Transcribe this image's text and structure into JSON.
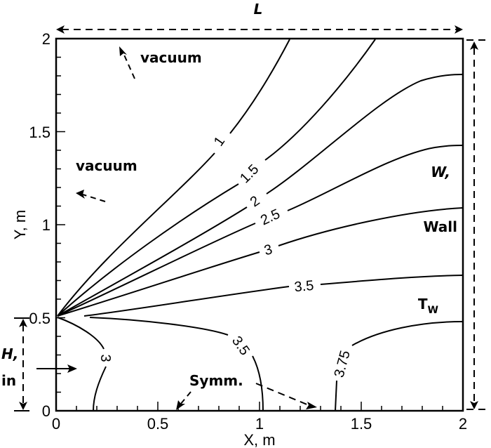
{
  "chart_data": {
    "type": "contour",
    "title": "",
    "xlabel": "X, m",
    "ylabel": "Y, m",
    "xlim": [
      0,
      2
    ],
    "ylim": [
      0,
      2
    ],
    "x_ticks": [
      "0",
      "0.5",
      "1",
      "1.5",
      "2"
    ],
    "y_ticks": [
      "0",
      "0.5",
      "1",
      "1.5",
      "2"
    ],
    "minor_tick_step": 0.1,
    "grid": false,
    "contour_levels": [
      {
        "level": "1",
        "label": "1",
        "from": [
          0,
          0.5
        ],
        "to": [
          1.15,
          2.0
        ]
      },
      {
        "level": "1.5",
        "label": "1.5",
        "from": [
          0,
          0.5
        ],
        "to": [
          1.57,
          2.0
        ]
      },
      {
        "level": "2",
        "label": "2",
        "from": [
          0,
          0.5
        ],
        "to": [
          2.0,
          1.8
        ]
      },
      {
        "level": "2.5",
        "label": "2.5",
        "from": [
          0,
          0.5
        ],
        "to": [
          2.0,
          1.43
        ]
      },
      {
        "level": "3",
        "label": "3",
        "from": [
          0,
          0.5
        ],
        "to": [
          2.0,
          1.09
        ]
      },
      {
        "level": "3.5",
        "label": "3.5",
        "from": [
          0.13,
          0.5
        ],
        "to": [
          2.0,
          0.73
        ]
      },
      {
        "level": "3.5",
        "label": "3.5",
        "from": [
          0.13,
          0.5
        ],
        "to": [
          1.02,
          0.0
        ]
      },
      {
        "level": "3",
        "label": "3",
        "from": [
          0,
          0.5
        ],
        "to": [
          0.18,
          0.0
        ]
      },
      {
        "level": "3.75",
        "label": "3.75",
        "from": [
          1.37,
          0.0
        ],
        "to": [
          2.0,
          0.48
        ]
      }
    ],
    "annotations": [
      {
        "text": "vacuum",
        "position": [
          0.42,
          1.85
        ]
      },
      {
        "text": "vacuum",
        "position": [
          0.1,
          1.27
        ]
      },
      {
        "text": "W, Wall T_W",
        "position": "right boundary"
      },
      {
        "text": "H, in",
        "position": "left boundary, Y 0 to 0.5"
      },
      {
        "text": "Symm.",
        "position": "bottom boundary"
      },
      {
        "text": "L",
        "position": "top, spanning X 0 to 2"
      }
    ]
  },
  "axes": {
    "xlabel": "X, m",
    "ylabel": "Y, m",
    "x_ticks": [
      "0",
      "0.5",
      "1",
      "1.5",
      "2"
    ],
    "y_ticks": [
      "0",
      "0.5",
      "1",
      "1.5",
      "2"
    ]
  },
  "contour_labels": {
    "c1": "1",
    "c15": "1.5",
    "c2": "2",
    "c25": "2.5",
    "c3_upper": "3",
    "c35_upper": "3.5",
    "c35_lower": "3.5",
    "c3_lower": "3",
    "c375": "3.75"
  },
  "annotations": {
    "vacuum_top": "vacuum",
    "vacuum_left": "vacuum",
    "wall_w": "W,",
    "wall_label": "Wall",
    "wall_t": "T",
    "wall_t_sub": "W",
    "inlet_h": "H,",
    "inlet_in": "in",
    "symm": "Symm.",
    "length_l": "L"
  }
}
